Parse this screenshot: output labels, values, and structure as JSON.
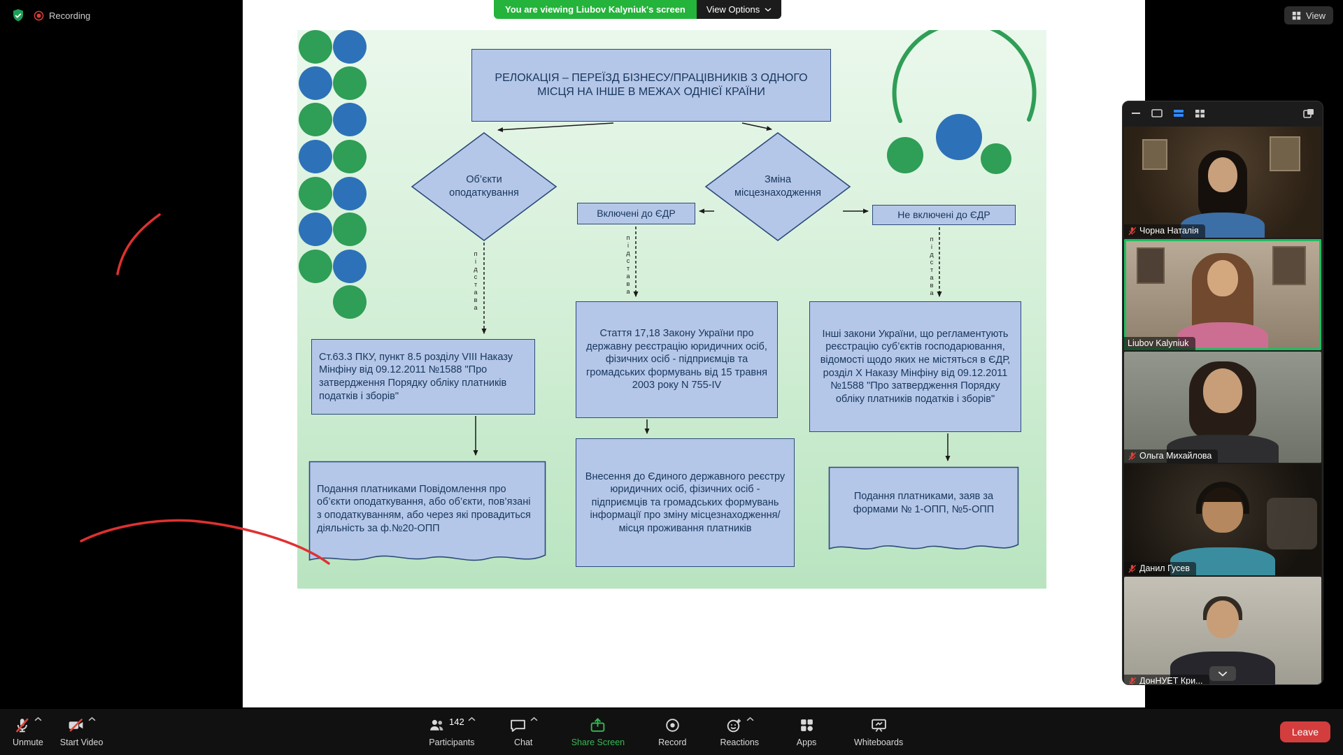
{
  "colors": {
    "zoom_banner_green": "#24b33b",
    "active_speaker_green": "#1dbf5f",
    "mute_red": "#e0443a",
    "share_green": "#35bb55",
    "leave_red": "#d43d3d",
    "slide_box_fill": "#b5c7e8",
    "slide_box_border": "#2b4a7a",
    "deco_green": "#2f9e56",
    "deco_blue": "#2d72b8"
  },
  "top_bar": {
    "recording_label": "Recording",
    "banner_text": "You are viewing Liubov Kalyniuk's screen",
    "view_options_label": "View Options",
    "view_button_label": "View"
  },
  "slide": {
    "title": "РЕЛОКАЦІЯ – ПЕРЕЇЗД БІЗНЕСУ/ПРАЦІВНИКІВ З ОДНОГО МІСЦЯ НА ІНШЕ В МЕЖАХ ОДНІЄЇ КРАЇНИ",
    "diamond1": "Об’єкти оподаткування",
    "diamond2": "Зміна місцезнаходження",
    "included_edr": "Включені до ЄДР",
    "not_included_edr": "Не включені до ЄДР",
    "law1": "Ст.63.3 ПКУ, пункт 8.5 розділу VIII Наказу Мінфіну від 09.12.2011 №1588 \"Про затвердження Порядку обліку платників податків і зборів\"",
    "law2": "Стаття 17,18 Закону України про державну реєстрацію юридичних осіб, фізичних осіб - підприємців та громадських формувань від 15 травня 2003 року N 755-IV",
    "law3": "Інші закони України, що регламентують реєстрацію суб’єктів господарювання, відомості щодо яких не містяться в ЄДР, розділ X Наказу Мінфіну від 09.12.2011 №1588 \"Про затвердження Порядку обліку платників податків і зборів\"",
    "result1": "Подання платниками Повідомлення про об’єкти оподаткування, або об’єкти, пов’язані з оподаткуванням, або через які провадиться діяльність за ф.№20-ОПП",
    "result2": "Внесення до Єдиного державного реєстру юридичних осіб, фізичних осіб - підприємців та громадських формувань інформації про зміну місцезнаходження/місця проживання платників",
    "result3": "Подання платниками, заяв за формами № 1-ОПП, №5-ОПП",
    "connector_label": "підстава"
  },
  "participants_panel": {
    "tiles": [
      {
        "name": "Чорна Наталія",
        "muted": true,
        "active": false
      },
      {
        "name": "Liubov Kalyniuk",
        "muted": false,
        "active": true
      },
      {
        "name": "Ольга Михайлова",
        "muted": true,
        "active": false
      },
      {
        "name": "Данил Гусев",
        "muted": true,
        "active": false
      },
      {
        "name": "ДонНУЕТ Кри...",
        "muted": true,
        "active": false
      }
    ]
  },
  "toolbar": {
    "unmute": "Unmute",
    "start_video": "Start Video",
    "participants": "Participants",
    "participants_count": "142",
    "chat": "Chat",
    "share_screen": "Share Screen",
    "record": "Record",
    "reactions": "Reactions",
    "apps": "Apps",
    "whiteboards": "Whiteboards",
    "leave": "Leave"
  }
}
